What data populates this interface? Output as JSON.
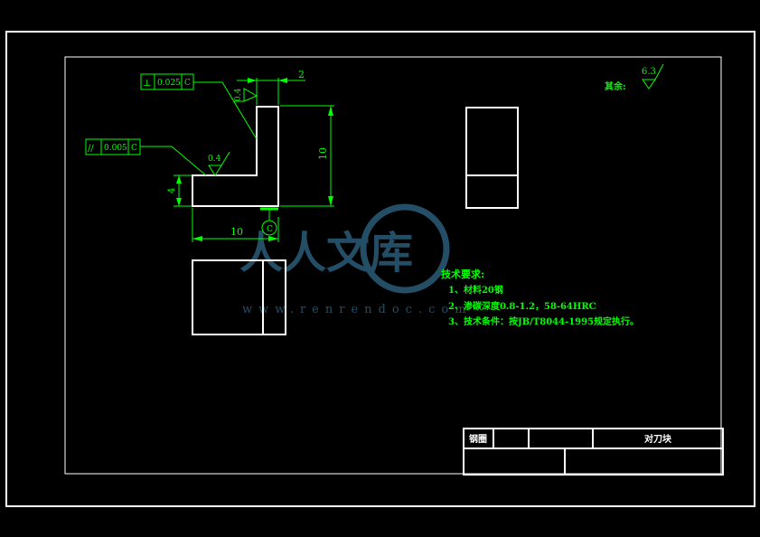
{
  "drawing": {
    "tolerance_perpendicularity": {
      "symbol": "⊥",
      "value": "0.025",
      "datum": "C"
    },
    "tolerance_parallelism": {
      "symbol": "//",
      "value": "0.005",
      "datum": "C"
    },
    "roughness_top": "0.4",
    "roughness_left": "0.4",
    "dim_top": "2",
    "dim_height": "10",
    "dim_width": "10",
    "dim_thickness": "4",
    "datum_label": "C",
    "other_roughness_label": "其余:",
    "other_roughness_value": "6.3"
  },
  "notes": {
    "title": "技术要求:",
    "lines": [
      "1、材料20钢",
      "2、渗碳深度0.8-1.2，58-64HRC",
      "3、技术条件：按JB/T8044-1995规定执行。"
    ]
  },
  "title_block": {
    "material": "钢圈",
    "part_name": "对刀块"
  },
  "watermark": {
    "cn": "人人文库",
    "url": "www.renrendoc.com"
  }
}
